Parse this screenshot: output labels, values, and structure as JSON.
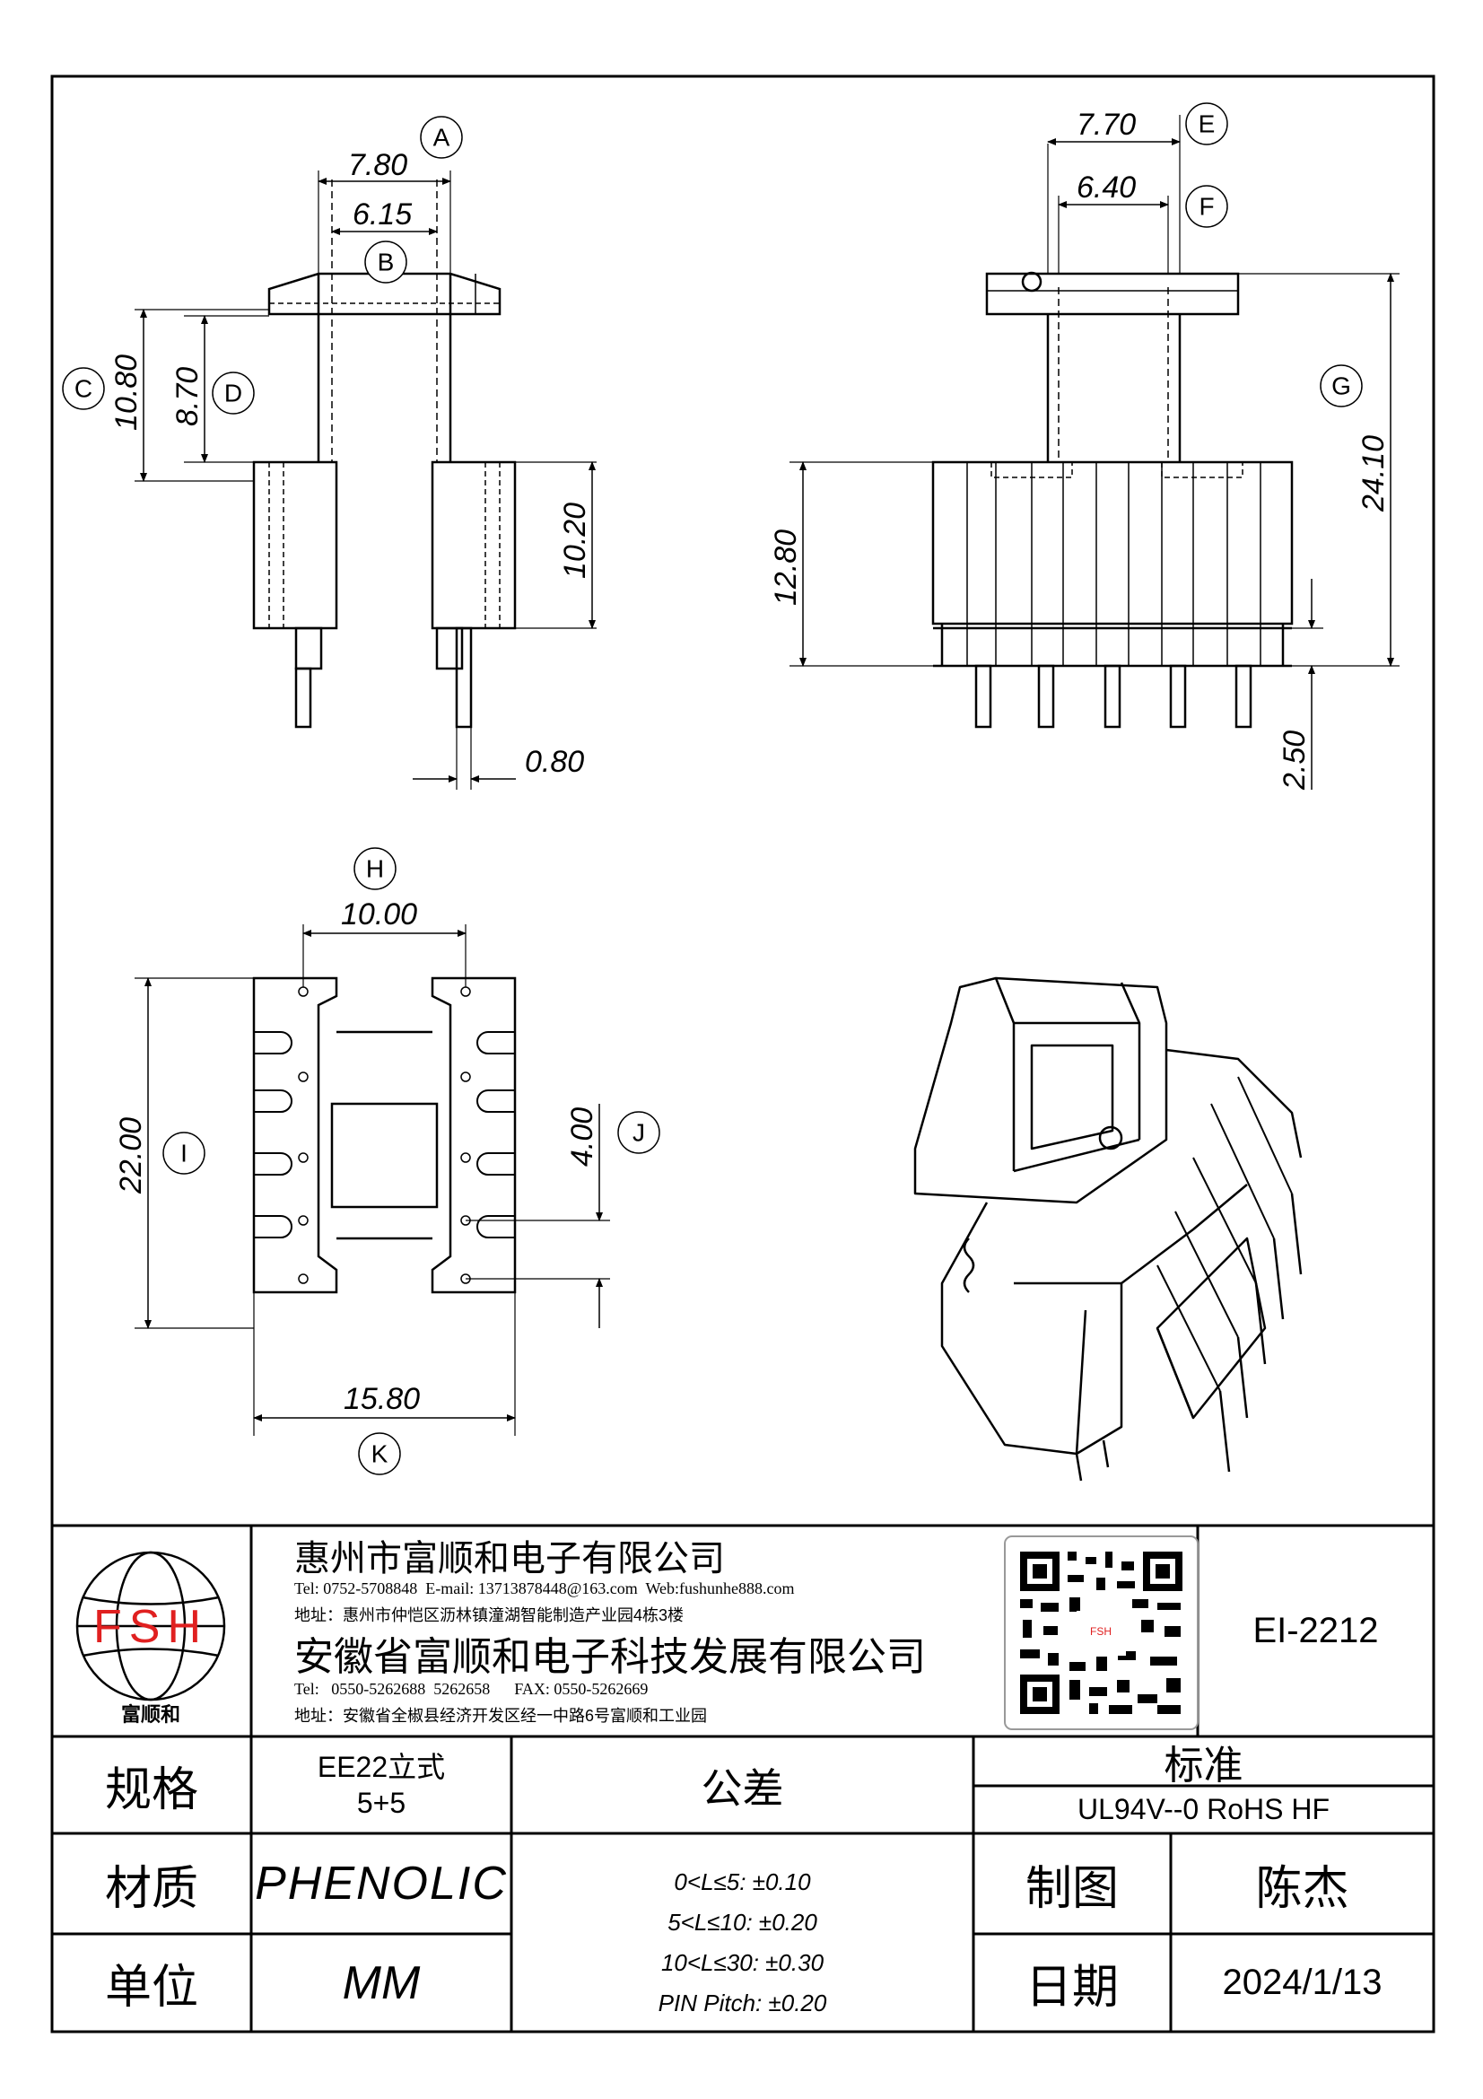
{
  "drawing": {
    "dims": {
      "a": "7.80",
      "b": "6.15",
      "c": "10.80",
      "d": "8.70",
      "base_h": "10.20",
      "pin_w": "0.80",
      "e": "7.70",
      "f": "6.40",
      "g": "24.10",
      "side_h": "12.80",
      "pin_len": "2.50",
      "h": "10.00",
      "i": "22.00",
      "j": "4.00",
      "k": "15.80"
    },
    "bubbles": [
      "A",
      "B",
      "C",
      "D",
      "E",
      "F",
      "G",
      "H",
      "I",
      "J",
      "K"
    ]
  },
  "titleblock": {
    "logo_text": "FSH",
    "logo_caption": "富顺和",
    "company1": {
      "name": "惠州市富顺和电子有限公司",
      "contact": "Tel: 0752-5708848  E-mail: 13713878448@163.com  Web:fushunhe888.com",
      "address": "地址：惠州市仲恺区沥林镇潼湖智能制造产业园4栋3楼"
    },
    "company2": {
      "name": "安徽省富顺和电子科技发展有限公司",
      "contact": "Tel:   0550-5262688  5262658      FAX: 0550-5262669",
      "address": "地址：安徽省全椒县经济开发区经一中路6号富顺和工业园"
    },
    "qr_label": "FSH",
    "part_no": "EI-2212",
    "spec_label": "规格",
    "spec_value_1": "EE22立式",
    "spec_value_2": "5+5",
    "material_label": "材质",
    "material_value": "PHENOLIC",
    "unit_label": "单位",
    "unit_value": "MM",
    "tolerance_label": "公差",
    "tolerances": [
      "0<L≤5: ±0.10",
      "5<L≤10: ±0.20",
      "10<L≤30: ±0.30",
      "PIN Pitch: ±0.20"
    ],
    "standard_label": "标准",
    "standard_value": "UL94V--0  RoHS HF",
    "drawn_label": "制图",
    "drawn_value": "陈杰",
    "date_label": "日期",
    "date_value": "2024/1/13"
  },
  "colors": {
    "logo_red": "#e02020",
    "line": "#000000"
  }
}
